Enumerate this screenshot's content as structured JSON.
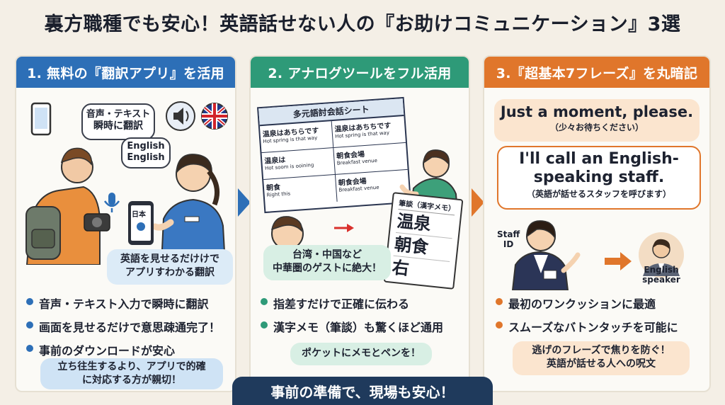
{
  "title": "裏方職種でも安心！英語話せない人の『お助けコミュニケーション』3選",
  "columns": [
    {
      "header": "1. 無料の『翻訳アプリ』を活用",
      "bubble_translate": [
        "音声・テキスト",
        "瞬時に翻訳"
      ],
      "bubble_english": [
        "English",
        "English"
      ],
      "phone_label": "日本",
      "caption": [
        "英語を見せるだけけで",
        "アプリすわかる翻訳"
      ],
      "bullets": [
        "音声・テキスト入力で瞬時に翻訳",
        "画面を見せるだけで意思疎通完了！",
        "事前のダウンロードが安心"
      ],
      "note": [
        "立ち往生するより、アプリで的確",
        "に対応する方が親切！"
      ]
    },
    {
      "header": "2. アナログツールをフル活用",
      "sheet_title": "多元語討会話シート",
      "sheet_rows": [
        {
          "jp": "温泉はあちらです",
          "en": "Hot spring is that way"
        },
        {
          "jp": "温泉はあちちです",
          "en": "Hot spring is that way"
        },
        {
          "jp": "温泉は",
          "en": "Hot soom is ooining"
        },
        {
          "jp": "朝食会場",
          "en": "Breakfast venue"
        },
        {
          "jp": "朝食",
          "en": "Right this"
        },
        {
          "jp": "朝食会場",
          "en": "Breakfast venue"
        }
      ],
      "memo_title": "筆談（漢字メモ）",
      "memo_chars": [
        "温泉",
        "朝食",
        "右"
      ],
      "caption": [
        "台湾・中国など",
        "中華圏のゲストに絶大！"
      ],
      "bullets": [
        "指差すだけで正確に伝わる",
        "漢字メモ（筆談）も驚くほど通用"
      ],
      "note": "ポケットにメモとペンを！"
    },
    {
      "header": "3.『超基本7フレーズ』を丸暗記",
      "phrase1": {
        "en": "Just a moment, please.",
        "jp": "（少々お待ちください）"
      },
      "phrase2": {
        "en": [
          "I'll call an English-",
          "speaking staff."
        ],
        "jp": "（英語が話せるスタッフを呼びます）"
      },
      "staff_label": [
        "Staff",
        "ID"
      ],
      "speaker_label": [
        "English",
        "speaker"
      ],
      "bullets": [
        "最初のワンクッションに最適",
        "スムーズなバトンタッチを可能に"
      ],
      "note": [
        "逃げのフレーズで焦りを防ぐ！",
        "英語が話せる人への呪文"
      ]
    }
  ],
  "footer": "事前の準備で、現場も安心！",
  "colors": {
    "blue": "#2d6fb7",
    "green": "#2e9a78",
    "orange": "#e0762b",
    "navy": "#1f3a5c"
  },
  "icons": [
    "smartphone-icon",
    "speaker-icon",
    "uk-flag-icon",
    "microphone-icon",
    "arrow-icon"
  ]
}
